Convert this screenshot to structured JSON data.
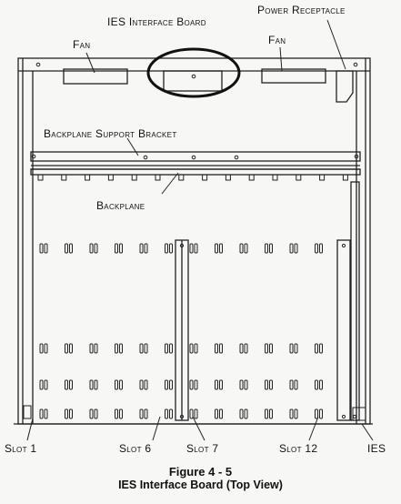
{
  "labels": {
    "ies_interface_board": "IES Interface Board",
    "power_receptacle": "Power Receptacle",
    "fan_left": "Fan",
    "fan_right": "Fan",
    "backplane_support_bracket": "Backplane Support Bracket",
    "backplane": "Backplane",
    "slot_1": "Slot 1",
    "slot_6": "Slot 6",
    "slot_7": "Slot 7",
    "slot_12": "Slot 12",
    "ies": "IES"
  },
  "caption": {
    "figure_number": "Figure 4 - 5",
    "title": "IES Interface Board (Top View)"
  }
}
